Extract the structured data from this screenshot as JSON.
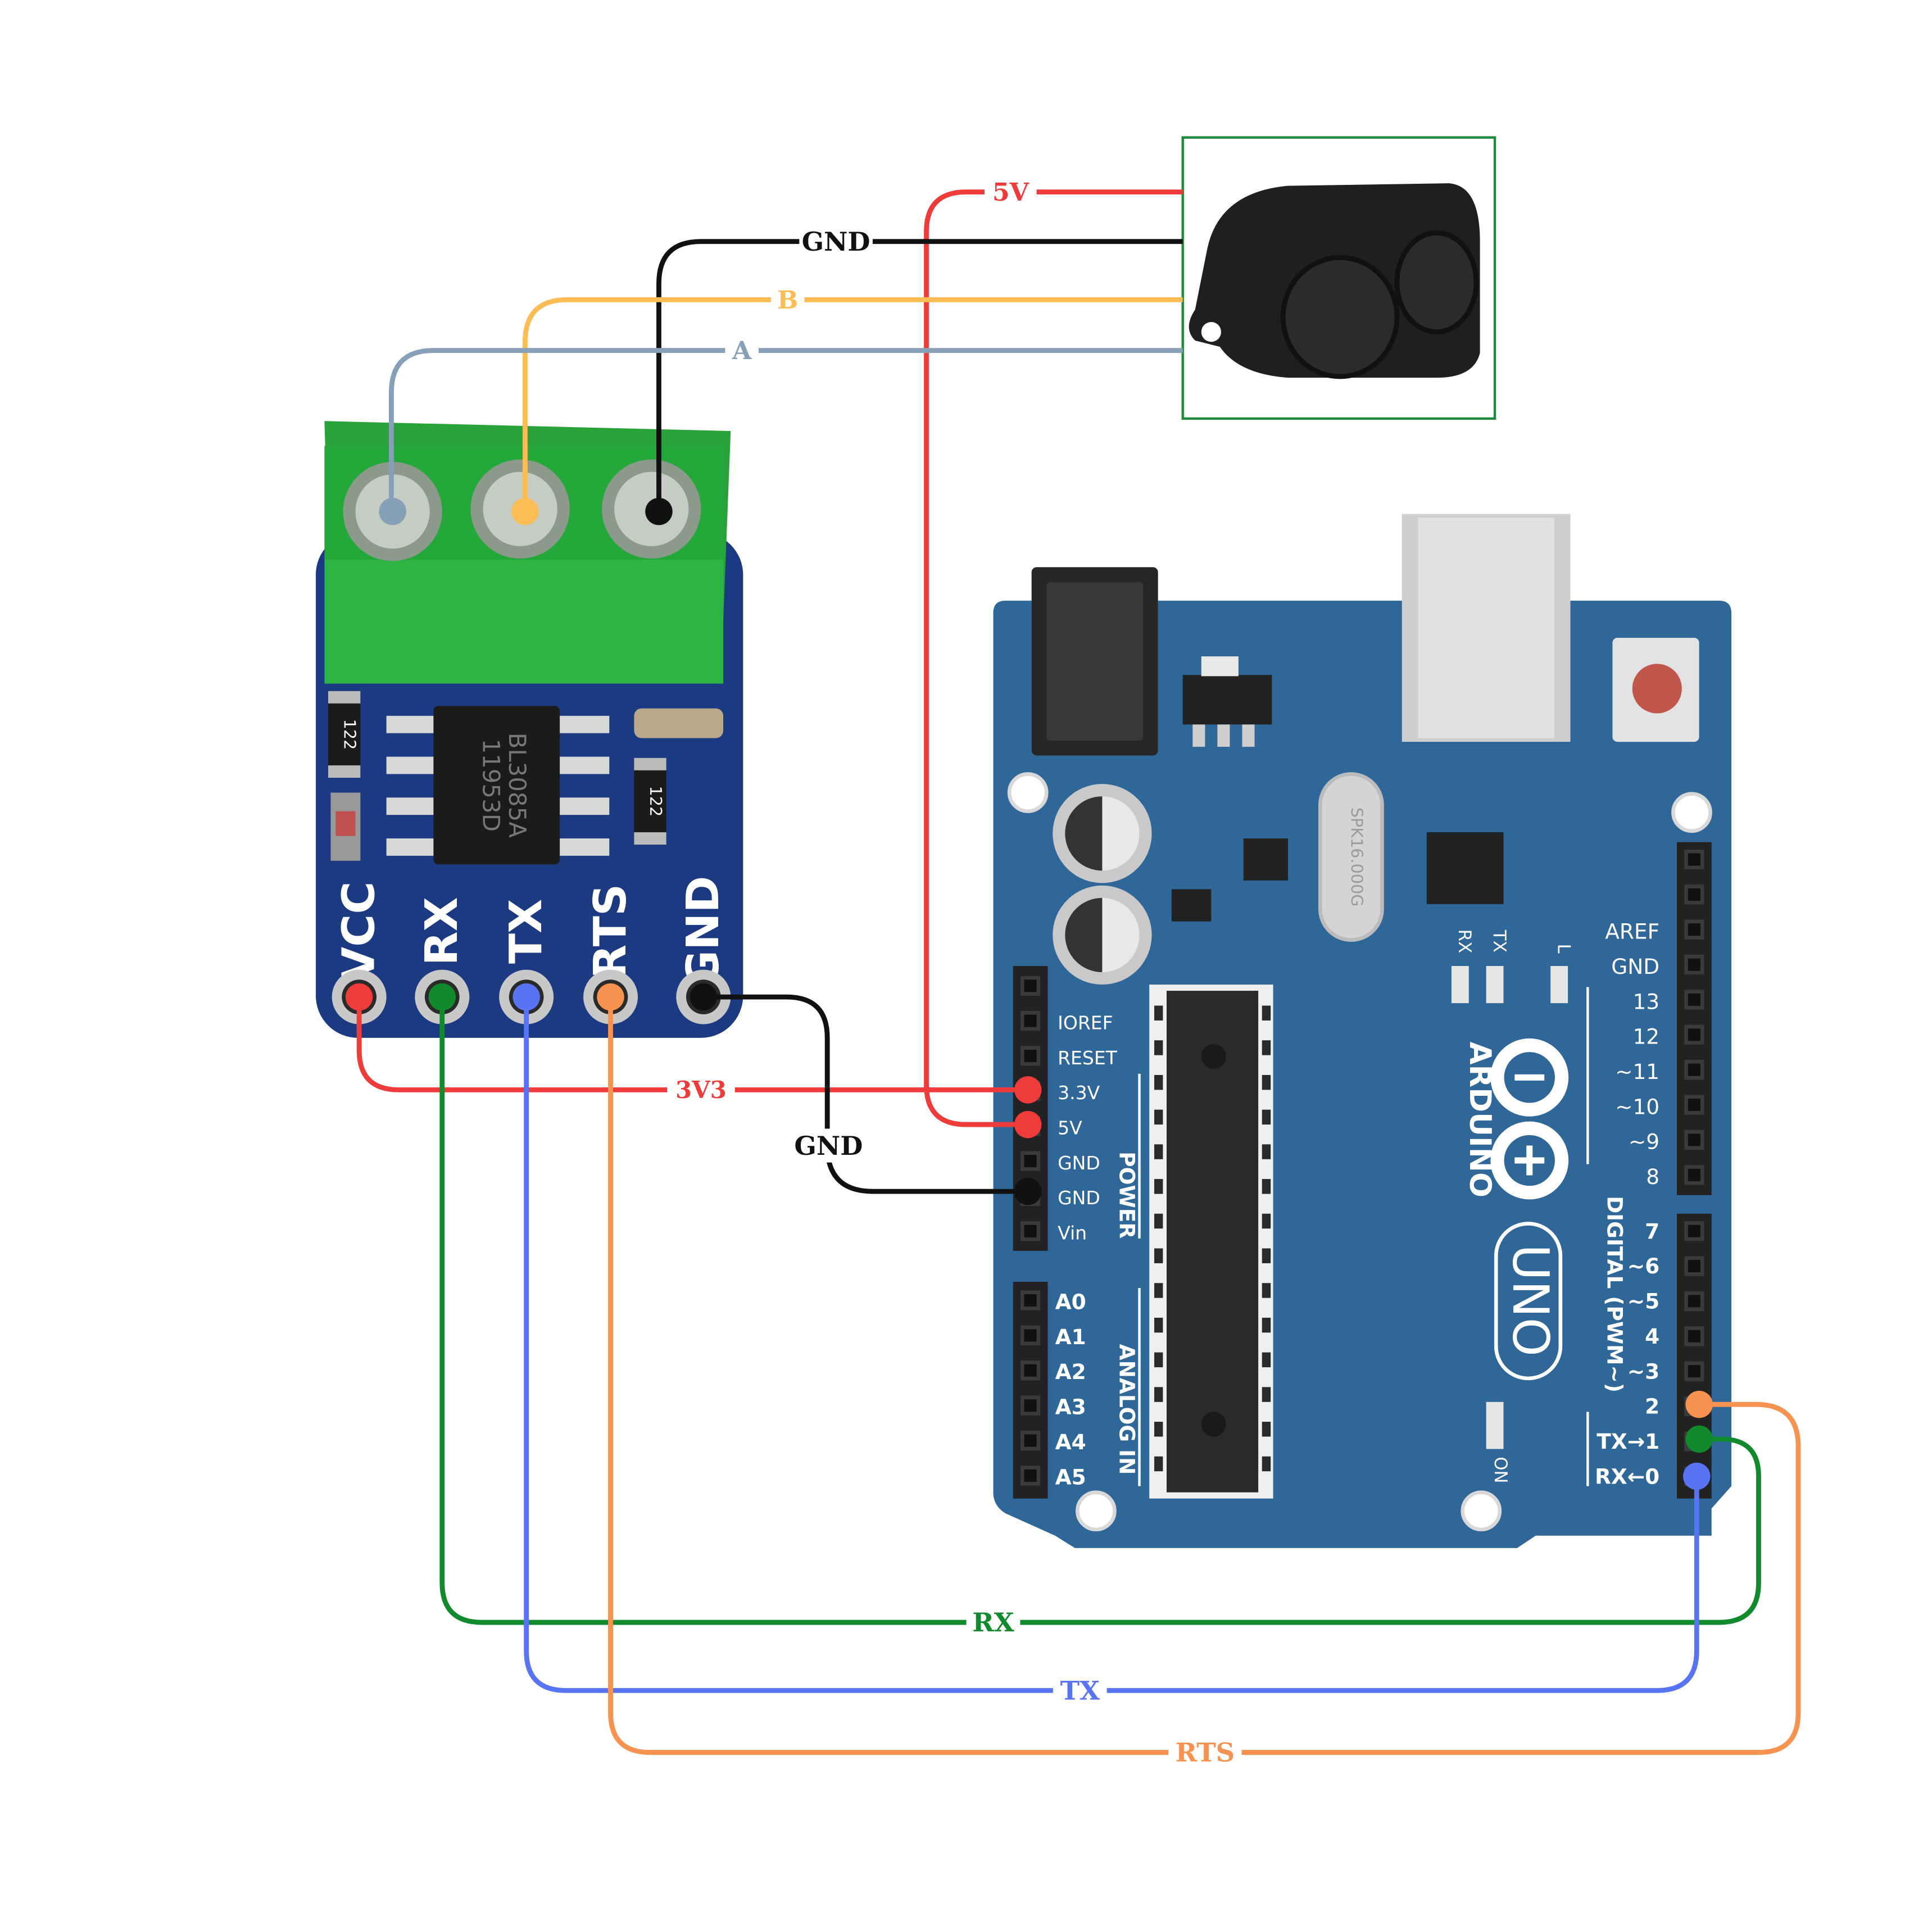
{
  "wires": {
    "five_v": {
      "label": "5V",
      "color": "#f03b3b"
    },
    "gnd_top": {
      "label": "GND",
      "color": "#111111"
    },
    "b": {
      "label": "B",
      "color": "#fbbd54"
    },
    "a": {
      "label": "A",
      "color": "#86a0b8"
    },
    "three_v3": {
      "label": "3V3",
      "color": "#f03b3b"
    },
    "gnd_mid": {
      "label": "GND",
      "color": "#111111"
    },
    "rx": {
      "label": "RX",
      "color": "#118a2e"
    },
    "tx": {
      "label": "TX",
      "color": "#5873f4"
    },
    "rts": {
      "label": "RTS",
      "color": "#f89250"
    }
  },
  "module": {
    "chip_line1": "BL3085A",
    "chip_line2": "11953D",
    "resistor_label": "122",
    "pins": [
      "VCC",
      "RX",
      "TX",
      "RTS",
      "GND"
    ]
  },
  "sensor": {
    "border_color": "#1e8a3c"
  },
  "arduino": {
    "board_color": "#2f6798",
    "power_pins": [
      "IOREF",
      "RESET",
      "3.3V",
      "5V",
      "GND",
      "GND",
      "Vin"
    ],
    "power_label": "POWER",
    "analog_pins": [
      "A0",
      "A1",
      "A2",
      "A3",
      "A4",
      "A5"
    ],
    "analog_label": "ANALOG IN",
    "digital_top": [
      "AREF",
      "GND",
      "13",
      "12",
      "~11",
      "~10",
      "~9",
      "8"
    ],
    "digital_bottom": [
      "7",
      "~6",
      "~5",
      "4",
      "~3",
      "2",
      "TX→1",
      "RX←0"
    ],
    "digital_label": "DIGITAL (PWM~)",
    "brand": "ARDUINO",
    "model": "UNO",
    "led_rx": "RX",
    "led_tx": "TX",
    "led_l": "L",
    "led_on": "ON",
    "crystal": "SPK16.000G"
  }
}
